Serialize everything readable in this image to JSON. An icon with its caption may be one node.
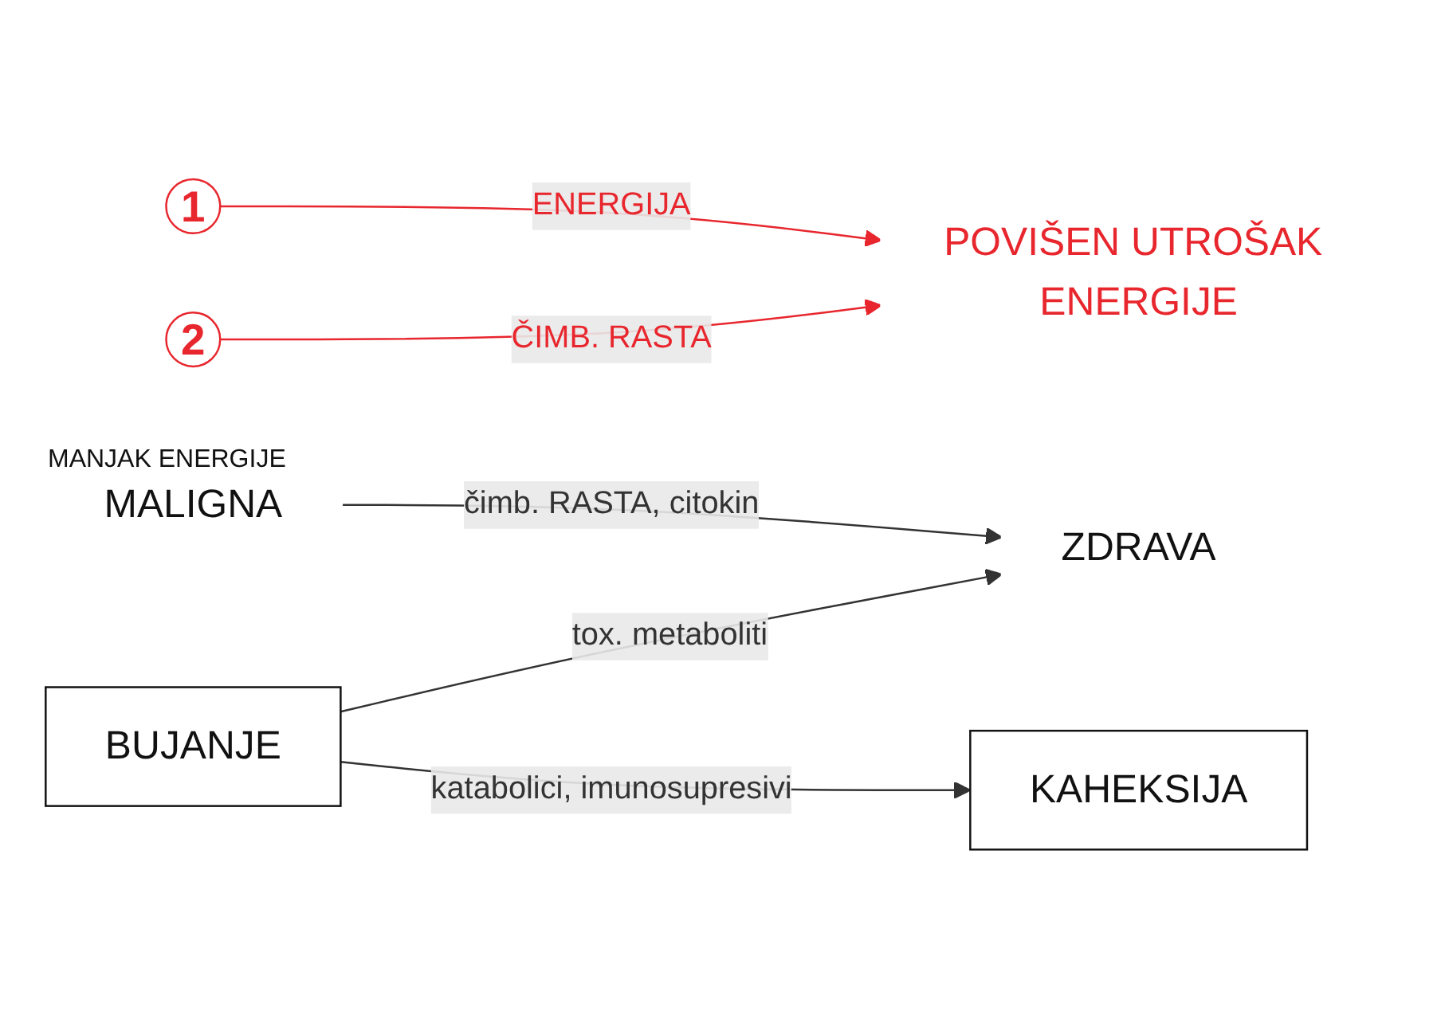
{
  "diagram": {
    "nodes": [
      {
        "text": [
          "1"
        ]
      },
      {
        "text": [
          "2"
        ]
      },
      {
        "text": [
          "POVIŠEN UTROŠAK ENERGIJE"
        ]
      },
      {
        "text": [
          "ZDRAVA"
        ]
      },
      {
        "text": [
          "MALIGNA"
        ]
      },
      {
        "text": [
          "KAHEKSIJA"
        ]
      },
      {
        "text": [
          "BUJANJE"
        ]
      }
    ],
    "edges": [
      {
        "from": 0,
        "to": 2,
        "arrow": "to",
        "label": "ENERGIJA",
        "color": "#e8262d"
      },
      {
        "from": 1,
        "to": 2,
        "arrow": "to",
        "label": "ČIMB. RASTA",
        "color": "#e8262d"
      },
      {
        "from": 4,
        "to": 3,
        "arrow": "to",
        "label": "čimb. RASTA, citokin"
      },
      {
        "from": 6,
        "to": 3,
        "arrow": "to",
        "label": "tox. metaboliti"
      },
      {
        "from": 6,
        "to": 5,
        "arrow": "to",
        "label": "katabolici, imunosupresivi"
      }
    ],
    "labels": [
      "MANJAK ENERGIJE"
    ]
  }
}
